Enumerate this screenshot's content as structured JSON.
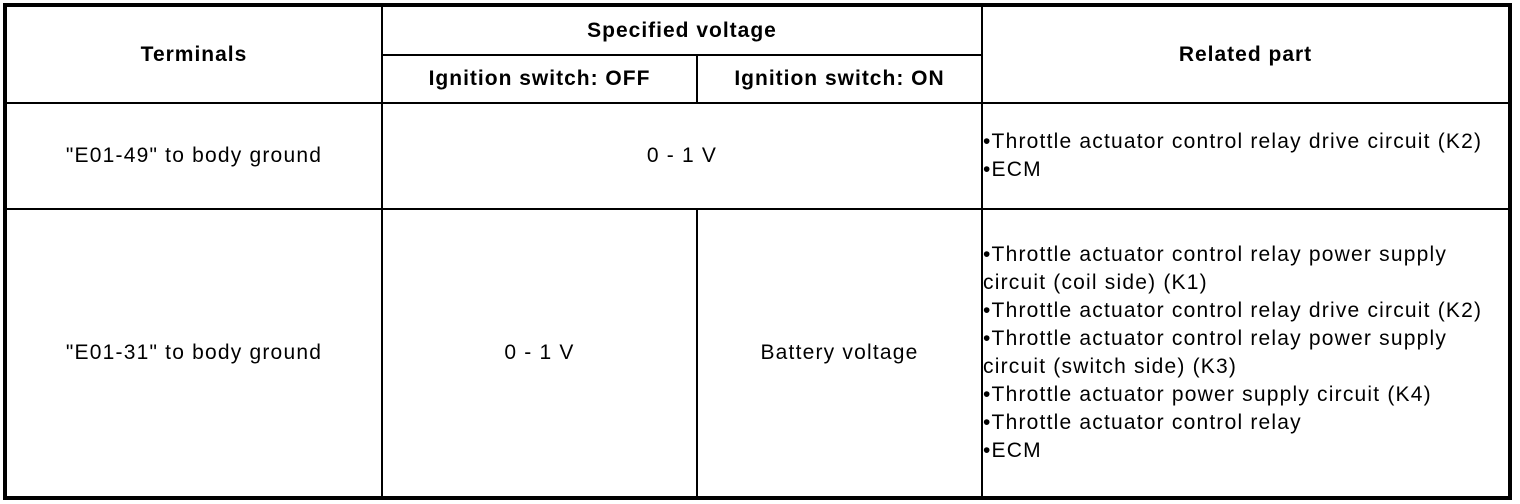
{
  "bullet": "•",
  "colors": {
    "border": "#000000",
    "text": "#000000",
    "background": "#ffffff"
  },
  "table": {
    "headers": {
      "terminals": "Terminals",
      "specified_voltage": "Specified voltage",
      "ignition_switch_off": "Ignition switch: OFF",
      "ignition_switch_on": "Ignition switch: ON",
      "related_part": "Related part"
    },
    "rows": [
      {
        "terminal": "\"E01-49\" to body ground",
        "specified_voltage": "0 - 1 V",
        "related_parts": [
          "Throttle actuator control relay drive circuit (K2)",
          "ECM"
        ]
      },
      {
        "terminal": "\"E01-31\" to body ground",
        "voltage_ignition_off": "0 - 1 V",
        "voltage_ignition_on": "Battery voltage",
        "related_parts": [
          "Throttle actuator control relay power supply circuit (coil side) (K1)",
          "Throttle actuator control relay drive circuit (K2)",
          "Throttle actuator control relay power supply circuit (switch side) (K3)",
          "Throttle actuator power supply circuit (K4)",
          "Throttle actuator control relay",
          "ECM"
        ]
      }
    ]
  }
}
